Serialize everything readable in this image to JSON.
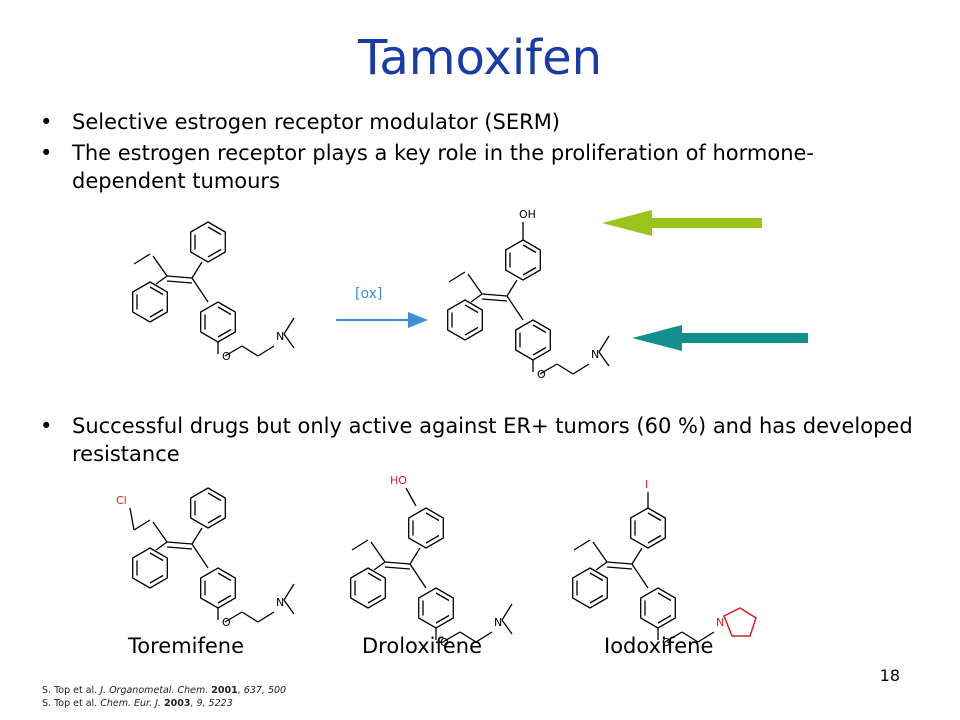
{
  "slide": {
    "title": "Tamoxifen",
    "bullets": [
      "Selective estrogen receptor modulator (SERM)",
      "The estrogen receptor plays a key role in the proliferation of hormone-dependent tumours"
    ],
    "bullet_third": "Successful drugs but only active against ER+ tumors (60 %) and has developed resistance",
    "reaction_label": "[ox]",
    "atoms": {
      "oh": "OH",
      "o": "O",
      "n": "N",
      "cl": "Cl",
      "ho": "HO",
      "i": "I"
    },
    "drug_names": [
      "Toremifene",
      "Droloxifene",
      "Iodoxifene"
    ],
    "page_number": "18",
    "references": [
      {
        "authors": "S. Top et al.",
        "journal": "J. Organometal. Chem.",
        "year": "2001",
        "detail": ", 637, 500"
      },
      {
        "authors": "S. Top et al.",
        "journal": "Chem. Eur. J.",
        "year": "2003",
        "detail": ", 9, 5223"
      }
    ],
    "colors": {
      "title": "#1a3aa8",
      "arrow_reaction": "#3e8fd6",
      "arrow_green": "#9ac31c",
      "arrow_teal": "#13908c",
      "heteroatom": "#d81e1e"
    }
  }
}
